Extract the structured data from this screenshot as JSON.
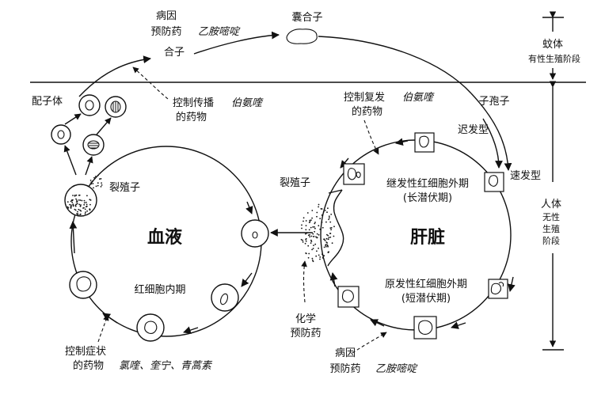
{
  "stages": {
    "mosquito": "蚊体",
    "mosquito_sub": "有性生殖阶段",
    "human": "人体",
    "human_sub": [
      "无性",
      "生殖",
      "阶段"
    ]
  },
  "top": {
    "oocyst": "囊合子",
    "zygote": "合子",
    "cause": [
      "病因",
      "预防药"
    ],
    "cause_drug": "乙胺嘧啶",
    "gametocyte": "配子体",
    "transmission": [
      "控制传播",
      "的药物"
    ],
    "transmission_drug": "伯氨喹",
    "sporozoite": "子孢子"
  },
  "blood": {
    "title": "血液",
    "merozoite": "裂殖子",
    "erythrocytic": "红细胞内期",
    "symptom": [
      "控制症状",
      "的药物"
    ],
    "symptom_drugs": "氯喹、奎宁、青蒿素"
  },
  "liver": {
    "title": "肝脏",
    "merozoite": "裂殖子",
    "relapse": [
      "控制复发",
      "的药物"
    ],
    "relapse_drug": "伯氨喹",
    "delayed": "迟发型",
    "rapid": "速发型",
    "secondary": [
      "继发性红细胞外期",
      "(长潜伏期)"
    ],
    "primary": [
      "原发性红细胞外期",
      "(短潜伏期)"
    ],
    "chem": [
      "化学",
      "预防药"
    ],
    "cause": [
      "病因",
      "预防药"
    ],
    "cause_drug": "乙胺嘧啶"
  }
}
